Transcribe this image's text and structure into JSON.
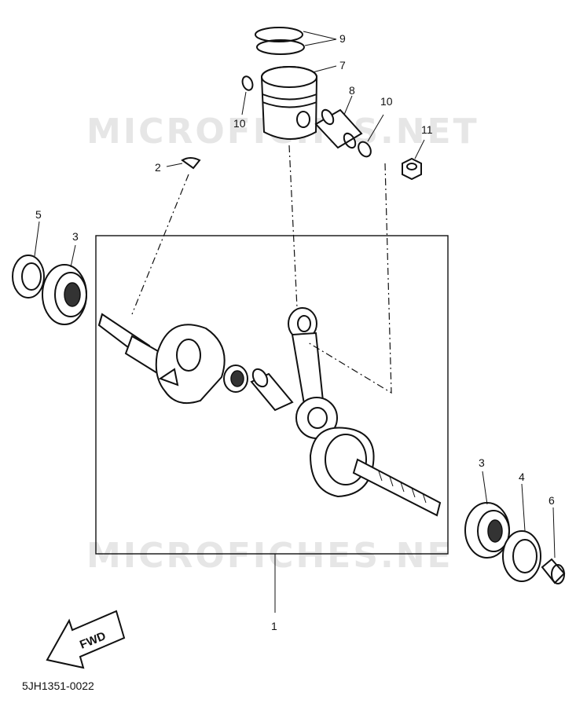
{
  "watermark": {
    "top": "MICROFICHES.NET",
    "bottom": "MICROFICHES.NE"
  },
  "callouts": {
    "c1": "1",
    "c2": "2",
    "c3a": "3",
    "c3b": "3",
    "c4": "4",
    "c5": "5",
    "c6": "6",
    "c7": "7",
    "c8": "8",
    "c9": "9",
    "c10a": "10",
    "c10b": "10",
    "c11": "11"
  },
  "direction_label": "FWD",
  "diagram_code": "5JH1351-0022"
}
